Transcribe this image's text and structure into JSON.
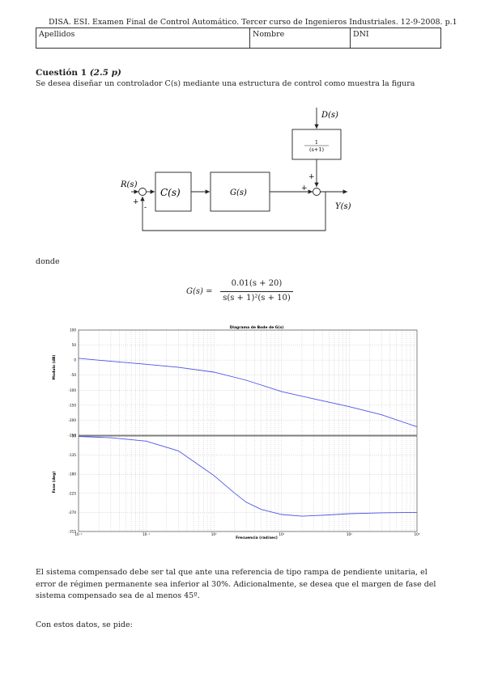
{
  "header": {
    "line": "DISA. ESI. Examen Final de Control Automático. Tercer curso de Ingenieros Industriales. 12-9-2008. p.1",
    "fields": [
      "Apellidos",
      "Nombre",
      "DNI"
    ]
  },
  "question": {
    "title": "Cuestión 1",
    "points": "(2.5 p)",
    "intro": "Se desea diseñar un controlador C(s) mediante una estructura de control como muestra la figura",
    "donde": "donde",
    "formula": {
      "lhs": "G(s) =",
      "numerator": "0.01(s + 20)",
      "denominator": "s(s + 1)²(s + 10)"
    },
    "para1": "El sistema compensado debe ser tal que ante una referencia de tipo rampa de pendiente unitaria, el error de régimen permanente sea inferior al 30%. Adicionalmente, se desea que el margen de fase del sistema compensado sea de al menos 45º.",
    "para2": "Con estos datos, se pide:"
  },
  "block_diagram": {
    "input": "R(s)",
    "output": "Y(s)",
    "disturbance": "D(s)",
    "controller": "C(s)",
    "plant": "G(s)",
    "disturbance_filter_num": "1",
    "disturbance_filter_den": "(s+1)",
    "signs": [
      "+",
      "-",
      "+",
      "+"
    ]
  },
  "chart_data": {
    "type": "line",
    "title": "Diagrama de Bode de G(s)",
    "xlabel": "Frecuencia (rad/sec)",
    "x_scale": "log",
    "xlim": [
      0.01,
      1000
    ],
    "x_ticks": [
      "10⁻²",
      "10⁻¹",
      "10⁰",
      "10¹",
      "10²",
      "10³"
    ],
    "grid": true,
    "series_color": "#4a55e6",
    "panels": [
      {
        "ylabel": "Modulo (dB)",
        "ylim": [
          -250,
          100
        ],
        "y_ticks": [
          100,
          50,
          0,
          -50,
          -100,
          -150,
          -200,
          -250
        ],
        "x": [
          0.01,
          0.03,
          0.1,
          0.3,
          1,
          3,
          10,
          30,
          100,
          300,
          1000
        ],
        "y": [
          6,
          -4,
          -14,
          -24,
          -40,
          -67,
          -105,
          -129,
          -155,
          -182,
          -222
        ]
      },
      {
        "ylabel": "Fase (deg)",
        "ylim": [
          -315,
          -90
        ],
        "y_ticks": [
          -90,
          -135,
          -180,
          -225,
          -270,
          -315
        ],
        "x": [
          0.01,
          0.03,
          0.1,
          0.3,
          1,
          2,
          3,
          5,
          10,
          20,
          50,
          100,
          300,
          1000
        ],
        "y": [
          -91,
          -94,
          -102,
          -125,
          -183,
          -224,
          -246,
          -263,
          -275,
          -279,
          -276,
          -273,
          -271,
          -270
        ]
      }
    ]
  }
}
